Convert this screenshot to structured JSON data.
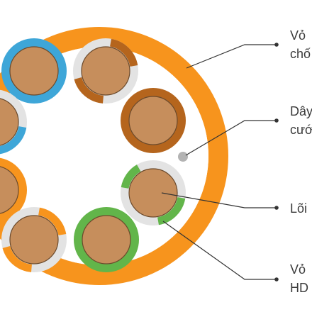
{
  "colors": {
    "outer_jacket": "#f7941d",
    "inner_fill": "#ffffff",
    "copper": "#c68e5c",
    "copper_stroke": "#6b4a2c",
    "insulation_gray": "#e3e3e3",
    "blue": "#3ea6d8",
    "brown": "#b5651d",
    "orange": "#f7941d",
    "green": "#62b54a",
    "ripcord": "#b3b3b3",
    "leader": "#333333"
  },
  "labels": [
    {
      "line1": "Vỏ",
      "line2": "chố"
    },
    {
      "line1": "Dây",
      "line2": "cướ"
    },
    {
      "line1": "Lõi",
      "line2": ""
    },
    {
      "line1": "Vỏ",
      "line2": "HD"
    }
  ]
}
